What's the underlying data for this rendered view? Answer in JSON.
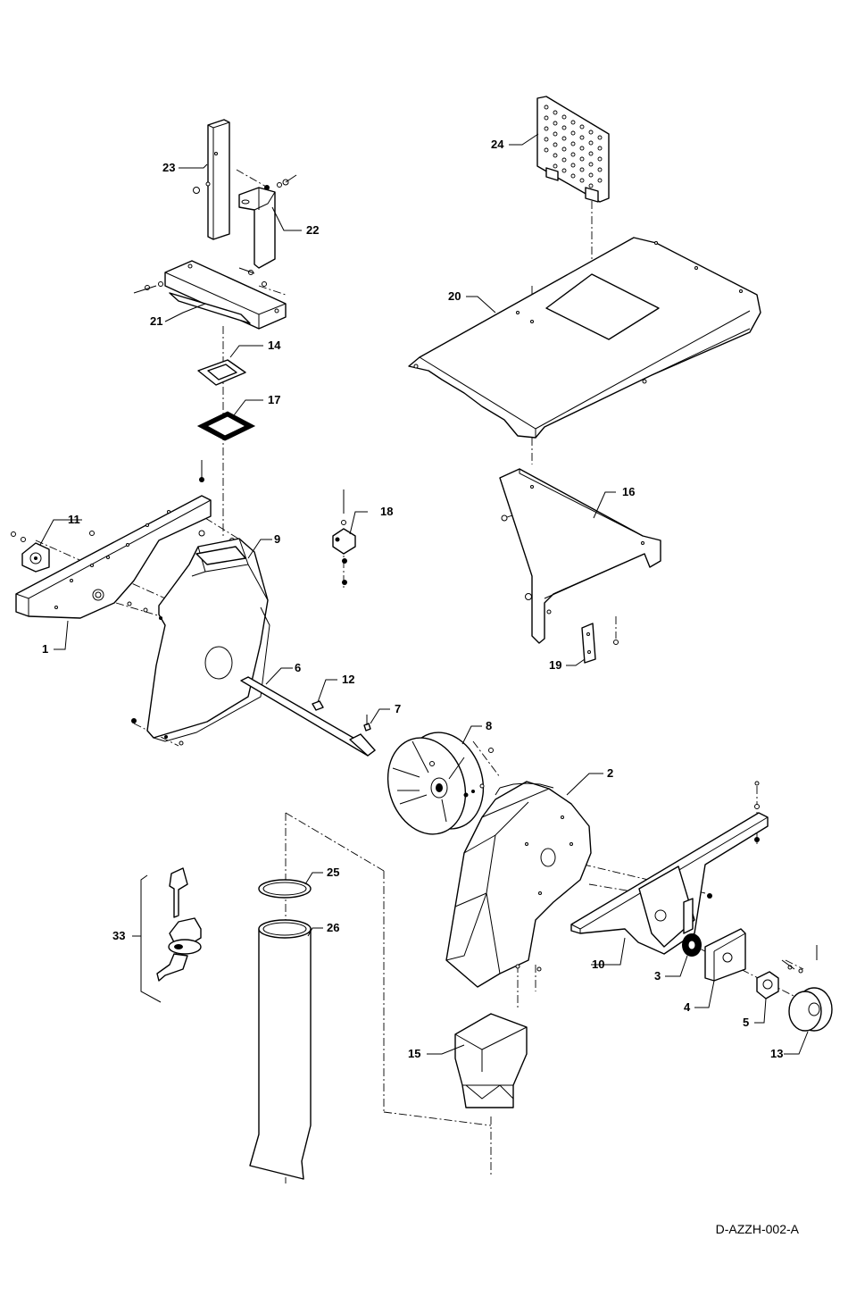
{
  "drawing_id": "D-AZZH-002-A",
  "callouts": [
    {
      "label": "1"
    },
    {
      "label": "2"
    },
    {
      "label": "3"
    },
    {
      "label": "4"
    },
    {
      "label": "5"
    },
    {
      "label": "6"
    },
    {
      "label": "7"
    },
    {
      "label": "8"
    },
    {
      "label": "9"
    },
    {
      "label": "10"
    },
    {
      "label": "11"
    },
    {
      "label": "12"
    },
    {
      "label": "13"
    },
    {
      "label": "14"
    },
    {
      "label": "15"
    },
    {
      "label": "16"
    },
    {
      "label": "17"
    },
    {
      "label": "18"
    },
    {
      "label": "19"
    },
    {
      "label": "20"
    },
    {
      "label": "21"
    },
    {
      "label": "22"
    },
    {
      "label": "23"
    },
    {
      "label": "24"
    },
    {
      "label": "25"
    },
    {
      "label": "26"
    },
    {
      "label": "33"
    }
  ]
}
